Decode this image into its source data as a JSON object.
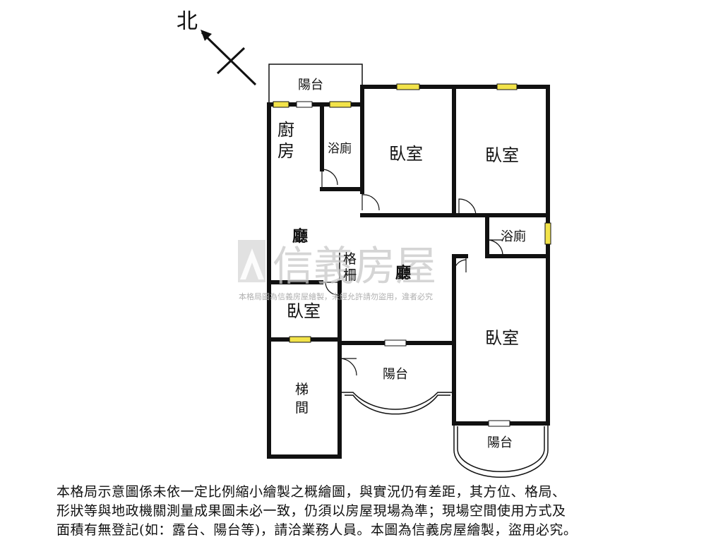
{
  "compass": {
    "label": "北"
  },
  "rooms": {
    "balcony_top": "陽台",
    "kitchen": [
      "廚",
      "房"
    ],
    "bath_small": "浴廁",
    "bedroom_mid": "臥室",
    "bedroom_right": "臥室",
    "hall_upper": "廳",
    "grille": [
      "格",
      "柵"
    ],
    "hall_center": "廳",
    "bath_right": "浴廁",
    "bedroom_left": "臥室",
    "bedroom_lower_right": "臥室",
    "stairwell": [
      "梯",
      "間"
    ],
    "balcony_middle": "陽台",
    "balcony_bottom": "陽台"
  },
  "watermark": {
    "brand": "信義房屋",
    "notice": "本格局圖為信義房屋繪製，未經允許請勿盜用，違者必究"
  },
  "disclaimer": [
    "本格局示意圖係未依一定比例縮小繪製之概繪圖，與實況仍有差距，其方位、格局、",
    "形狀等與地政機關測量成果圖未必一致，仍須以房屋現場為準；現場空間使用方式及",
    "面積有無登記(如：露台、陽台等)，請洽業務人員。本圖為信義房屋繪製，盜用必究。"
  ],
  "colors": {
    "wall": "#111111",
    "window_fill": "#f2e34a",
    "watermark": "#c8c8c8"
  }
}
